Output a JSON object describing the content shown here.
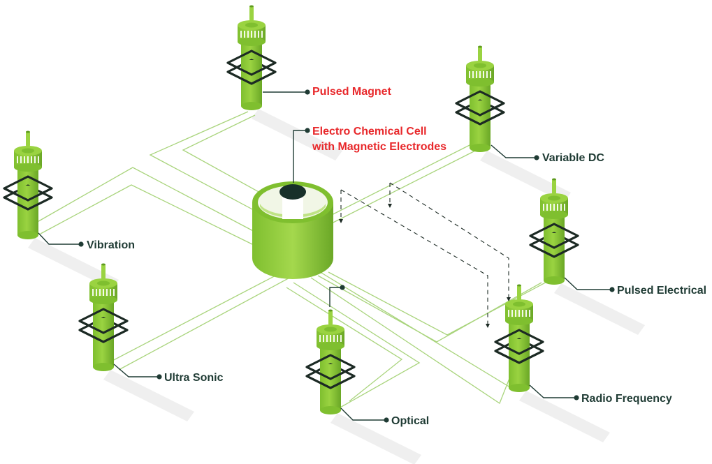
{
  "colors": {
    "green_light": "#9ad341",
    "green_mid": "#7fbf2f",
    "green_dark": "#5e9a1f",
    "coil": "#1c2a24",
    "wire": "#a9d47c",
    "leader": "#1f3b34",
    "label_dark": "#1f3b34",
    "label_red": "#e8282b",
    "shadow": "#ececec"
  },
  "center": {
    "title_line1": "Electro Chemical Cell",
    "title_line2": "with Magnetic Electrodes"
  },
  "labels": {
    "pulsed_magnet": "Pulsed Magnet",
    "variable_dc": "Variable DC",
    "vibration": "Vibration",
    "pulsed_electrical": "Pulsed Electrical",
    "ultra_sonic": "Ultra Sonic",
    "optical": "Optical",
    "radio_frequency": "Radio Frequency"
  }
}
